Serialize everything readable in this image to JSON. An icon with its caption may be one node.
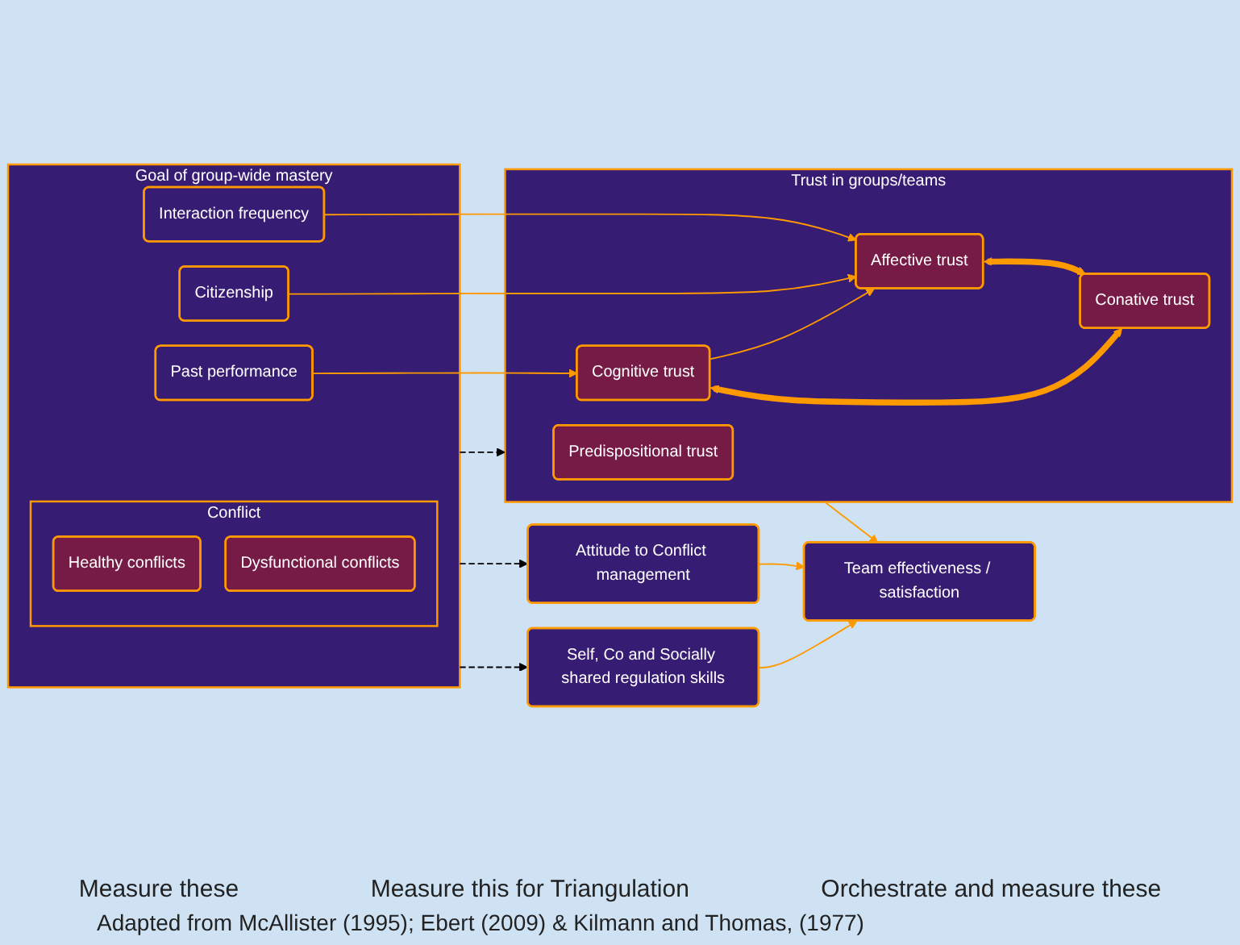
{
  "diagram": {
    "caption": "Adapted from McAllister (1995); Ebert (2009) & Kilmann and Thomas, (1977)",
    "nodes": [
      {
        "text": [
          "Goal of group-wide mastery"
        ]
      },
      {
        "text": [
          "Interaction frequency"
        ],
        "in": 0
      },
      {
        "text": [
          "Citizenship"
        ],
        "in": 0
      },
      {
        "text": [
          "Past performance"
        ],
        "in": 0
      },
      {
        "text": [
          "Conflict"
        ],
        "in": 0
      },
      {
        "text": [
          "Healthy conflicts"
        ],
        "in": 4
      },
      {
        "text": [
          "Dysfunctional conflicts"
        ],
        "in": 4
      },
      {
        "text": [
          "Trust in groups/teams"
        ]
      },
      {
        "text": [
          "Predispositional trust"
        ],
        "in": 7
      },
      {
        "text": [
          "Affective trust"
        ],
        "in": 7
      },
      {
        "text": [
          "Conative trust"
        ],
        "in": 7
      },
      {
        "text": [
          "Cognitive trust"
        ],
        "in": 7
      },
      {
        "text": [
          "Attitude to Conflict management"
        ]
      },
      {
        "text": [
          "Self, Co and Socially shared regulation skills"
        ]
      },
      {
        "text": [
          "Team effectiveness / satisfaction"
        ]
      }
    ],
    "edges": [
      {
        "from": 1,
        "to": 9,
        "arrow": "to"
      },
      {
        "from": 2,
        "to": 9,
        "arrow": "to"
      },
      {
        "from": 3,
        "to": 11,
        "arrow": "to"
      },
      {
        "from": 11,
        "to": 9,
        "arrow": "to"
      },
      {
        "from": 9,
        "to": 10,
        "arrow": "both",
        "style": "thick"
      },
      {
        "from": 11,
        "to": 10,
        "arrow": "both",
        "style": "thick"
      },
      {
        "from": 0,
        "to": 7,
        "arrow": "to",
        "style": "dashed",
        "color": "#000000"
      },
      {
        "from": 0,
        "to": 12,
        "arrow": "to",
        "style": "dashed",
        "color": "#000000"
      },
      {
        "from": 0,
        "to": 13,
        "arrow": "to",
        "style": "dashed",
        "color": "#000000"
      },
      {
        "from": 7,
        "to": 14,
        "arrow": "to"
      },
      {
        "from": 12,
        "to": 14,
        "arrow": "to"
      },
      {
        "from": 13,
        "to": 14,
        "arrow": "to"
      }
    ],
    "labels": [
      "Measure these",
      "Measure this for Triangulation",
      "Orchestrate and measure these"
    ]
  }
}
